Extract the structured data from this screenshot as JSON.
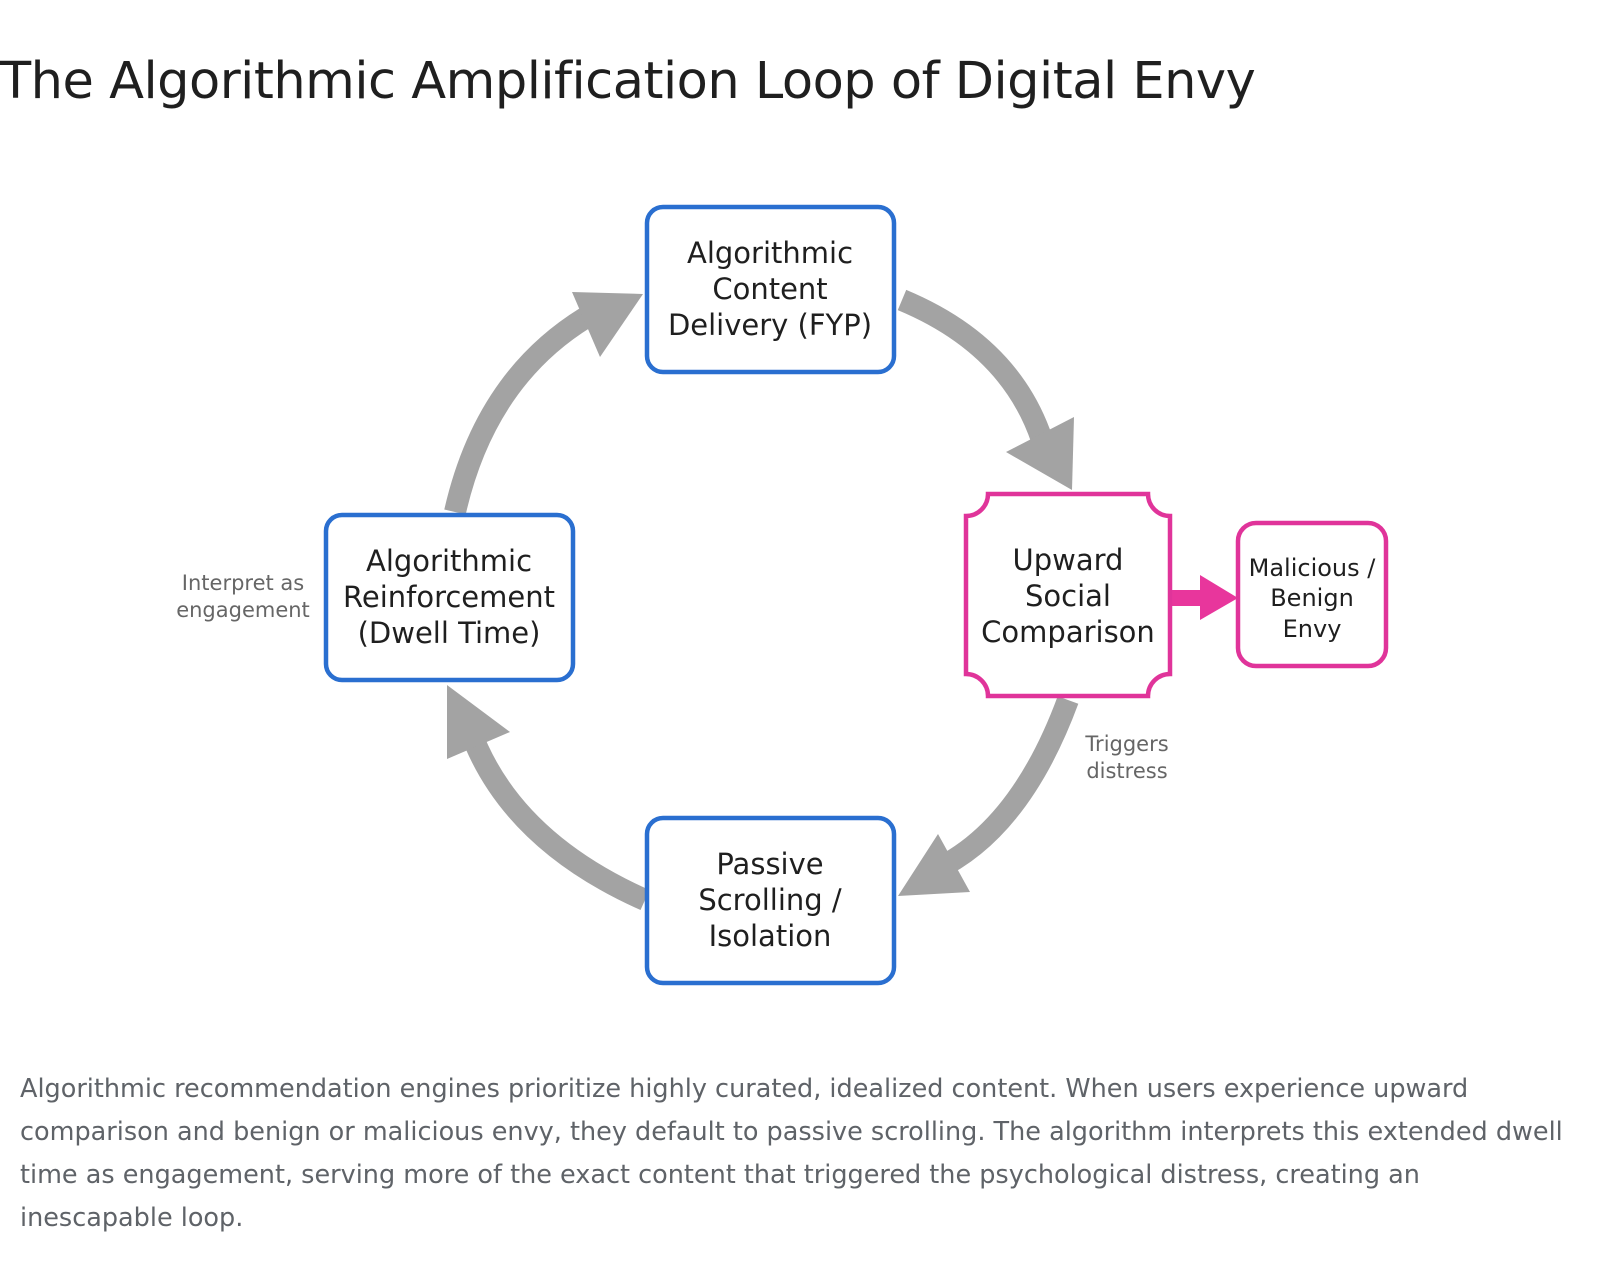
{
  "title": "The Algorithmic Amplification Loop of Digital Envy",
  "caption": "Algorithmic recommendation engines prioritize highly curated, idealized content. When users experience upward comparison and benign or malicious envy, they default to passive scrolling. The algorithm interprets this extended dwell time as engagement, serving more of the exact content that triggered the psychological distress, creating an inescapable loop.",
  "colors": {
    "loop_node_border": "#2a6fd0",
    "envy_node_border": "#e0349a",
    "loop_arrow": "#a3a3a3",
    "envy_arrow": "#e8369c"
  },
  "nodes": {
    "content_delivery": {
      "lines": [
        "Algorithmic",
        "Content",
        "Delivery (FYP)"
      ]
    },
    "social_comparison": {
      "lines": [
        "Upward",
        "Social",
        "Comparison"
      ]
    },
    "envy": {
      "lines": [
        "Malicious /",
        "Benign",
        "Envy"
      ]
    },
    "passive_scrolling": {
      "lines": [
        "Passive",
        "Scrolling /",
        "Isolation"
      ]
    },
    "reinforcement": {
      "lines": [
        "Algorithmic",
        "Reinforcement",
        "(Dwell Time)"
      ]
    }
  },
  "edge_labels": {
    "triggers_distress": {
      "lines": [
        "Triggers",
        "distress"
      ]
    },
    "interpret_engagement": {
      "lines": [
        "Interpret as",
        "engagement"
      ]
    }
  }
}
